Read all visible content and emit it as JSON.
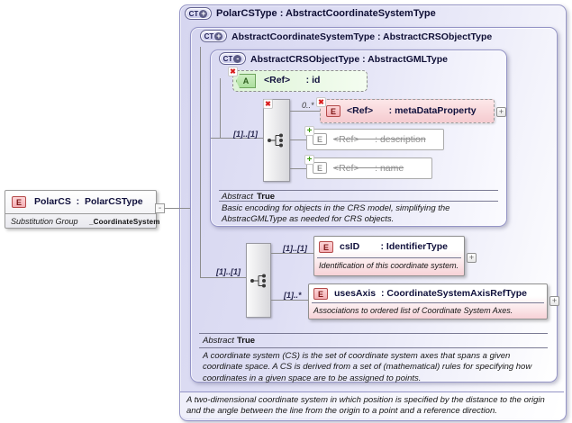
{
  "colors": {
    "panel_fill": "#dcdcf4",
    "panel_border": "#9494c6",
    "attribute_fill": "#dff5da",
    "optional_element_fill": "#f6ced2",
    "element_fill": "#f8d8dc",
    "remove_badge": "#d81e1e",
    "add_badge": "#3c9a14",
    "title_text": "#10103c"
  },
  "icons": {
    "remove": "✖",
    "add": "+",
    "expand": "+",
    "collapse": "-"
  },
  "source_element": {
    "tag": "E",
    "title": "PolarCS  :  PolarCSType",
    "substitution_group_label": "Substitution Group",
    "substitution_group_value": "_CoordinateSystem"
  },
  "polar_cs_type": {
    "badge": "CT",
    "badge_op": "+",
    "title": "PolarCSType : AbstractCoordinateSystemType",
    "documentation": "A two-dimensional coordinate system in which position is specified by the distance to the origin and the angle between the line from the origin to a point and a reference direction."
  },
  "abstract_coordinate_system_type": {
    "badge": "CT",
    "badge_op": "+",
    "title": "AbstractCoordinateSystemType : AbstractCRSObjectType",
    "abstract_label": "Abstract",
    "abstract_value": "True",
    "documentation": "A coordinate system (CS) is the set of coordinate system axes that spans a given coordinate space. A CS is derived from a set of (mathematical) rules for specifying how coordinates in a given space are to be assigned to points.",
    "sequence_cardinality": "[1]..[1]",
    "cs_id": {
      "cardinality": "[1]..[1]",
      "tag": "E",
      "label": "csID        : IdentifierType",
      "documentation": "Identification of this coordinate system."
    },
    "uses_axis": {
      "cardinality": "[1]..*",
      "tag": "E",
      "label": "usesAxis  : CoordinateSystemAxisRefType",
      "documentation": "Associations to ordered list of Coordinate System Axes."
    }
  },
  "abstract_crs_object_type": {
    "badge": "CT",
    "badge_op": "-",
    "title": "AbstractCRSObjectType : AbstractGMLType",
    "abstract_label": "Abstract",
    "abstract_value": "True",
    "documentation": "Basic encoding for objects in the CRS model, simplifying the AbstracGMLType as needed for CRS objects.",
    "attribute_id": {
      "tag": "A",
      "label": "<Ref>      : id"
    },
    "sequence_cardinality": "[1]..[1]",
    "meta_data_property": {
      "cardinality": "0..*",
      "tag": "E",
      "label": "<Ref>      : metaDataProperty"
    },
    "description": {
      "tag": "E",
      "label": "<Ref>      : description"
    },
    "name": {
      "tag": "E",
      "label": "<Ref>      : name"
    }
  }
}
